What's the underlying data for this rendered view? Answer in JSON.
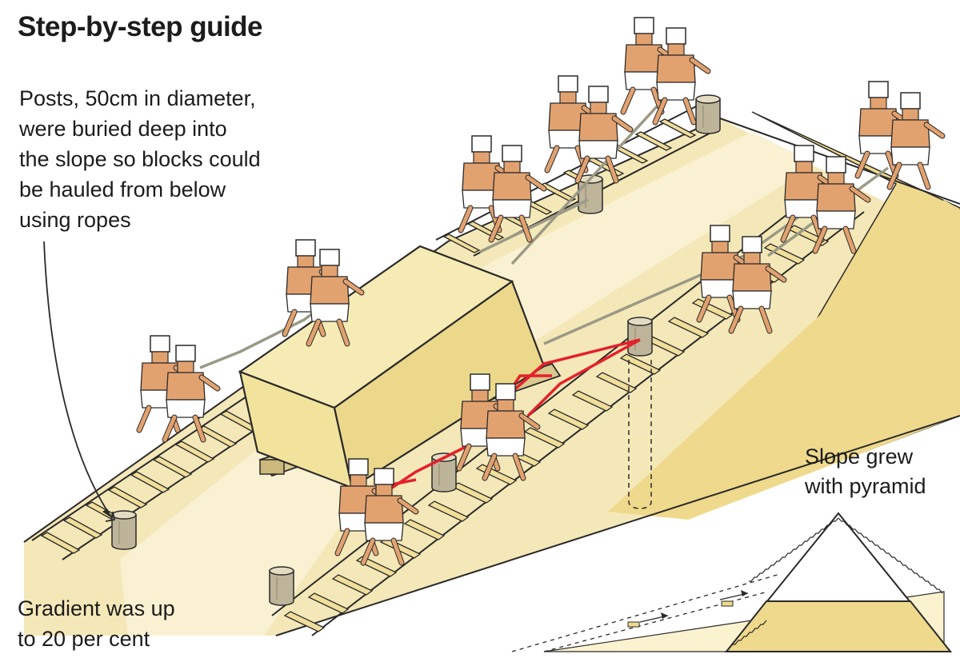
{
  "title": "Step-by-step guide",
  "annotations": {
    "posts": {
      "lines": [
        "Posts, 50cm in diameter,",
        "were buried deep into",
        "the slope so blocks could",
        "be hauled from below",
        "using ropes"
      ]
    },
    "gradient": {
      "lines": [
        "Gradient was up",
        "to 20 per cent"
      ]
    },
    "slope": {
      "lines": [
        "Slope grew",
        "with pyramid"
      ]
    }
  },
  "colors": {
    "sand": "#f4e7b4",
    "ramp_light": "#f8eecb",
    "wall": "#efd98c",
    "block": "#f2e39c",
    "rope_red": "#e5202a",
    "rope_grey": "#9a9a86",
    "post": "#bdb49a",
    "skin": "#e2a26f",
    "ink": "#2a2a2a"
  },
  "icons": [
    "worker-figure",
    "wooden-post",
    "stone-block",
    "sledge",
    "pyramid-inset"
  ]
}
